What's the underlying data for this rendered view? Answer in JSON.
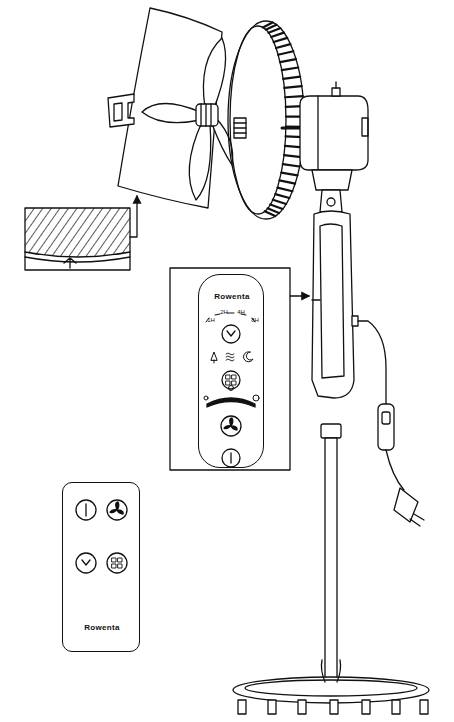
{
  "diagram": {
    "nodes": [
      {
        "text": [
          "Rowenta",
          "1H",
          "2H",
          "4H",
          "8H"
        ]
      },
      {
        "text": [
          "Rowenta"
        ]
      }
    ]
  }
}
